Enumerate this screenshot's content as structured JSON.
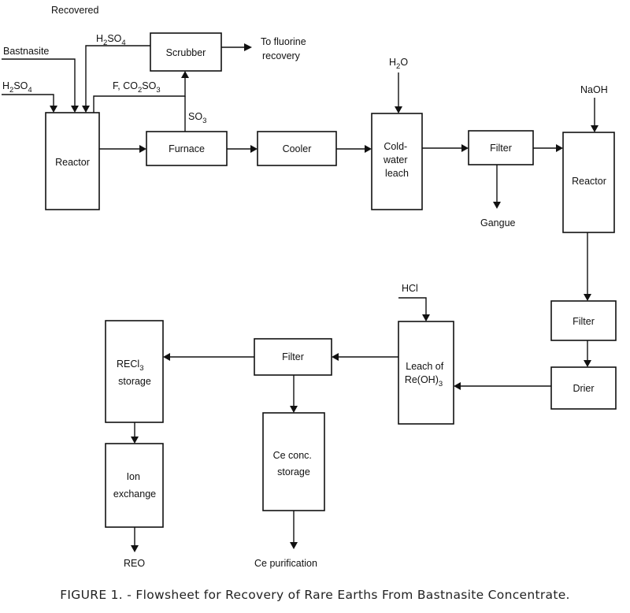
{
  "nodes": {
    "reactor1": "Reactor",
    "scrubber": "Scrubber",
    "furnace": "Furnace",
    "cooler": "Cooler",
    "cold_leach": [
      "Cold-",
      "water",
      "leach"
    ],
    "filter1": "Filter",
    "reactor2": "Reactor",
    "filter2": "Filter",
    "drier": "Drier",
    "leach_reoh": [
      "Leach of",
      "Re(OH)",
      "3"
    ],
    "filter3": "Filter",
    "recl3": [
      "RECl",
      "3",
      "storage"
    ],
    "ion_exchange": [
      "Ion",
      "exchange"
    ],
    "ce_storage": [
      "Ce conc.",
      "storage"
    ]
  },
  "labels": {
    "recovered": "Recovered",
    "bastnasite": "Bastnasite",
    "h2so4_top": [
      "H",
      "2",
      "SO",
      "4"
    ],
    "h2so4_left": [
      "H",
      "2",
      "SO",
      "4"
    ],
    "f_co2so3": [
      "F, CO",
      "2",
      "SO",
      "3"
    ],
    "so3": [
      "SO",
      "3"
    ],
    "to_fluorine": [
      "To fluorine",
      "recovery"
    ],
    "h2o": [
      "H",
      "2",
      "O"
    ],
    "naoh": "NaOH",
    "gangue": "Gangue",
    "hcl": "HCl",
    "reo": "REO",
    "ce_purification": "Ce purification"
  },
  "caption": "FIGURE 1. - Flowsheet for Recovery of Rare Earths From Bastnasite Concentrate."
}
